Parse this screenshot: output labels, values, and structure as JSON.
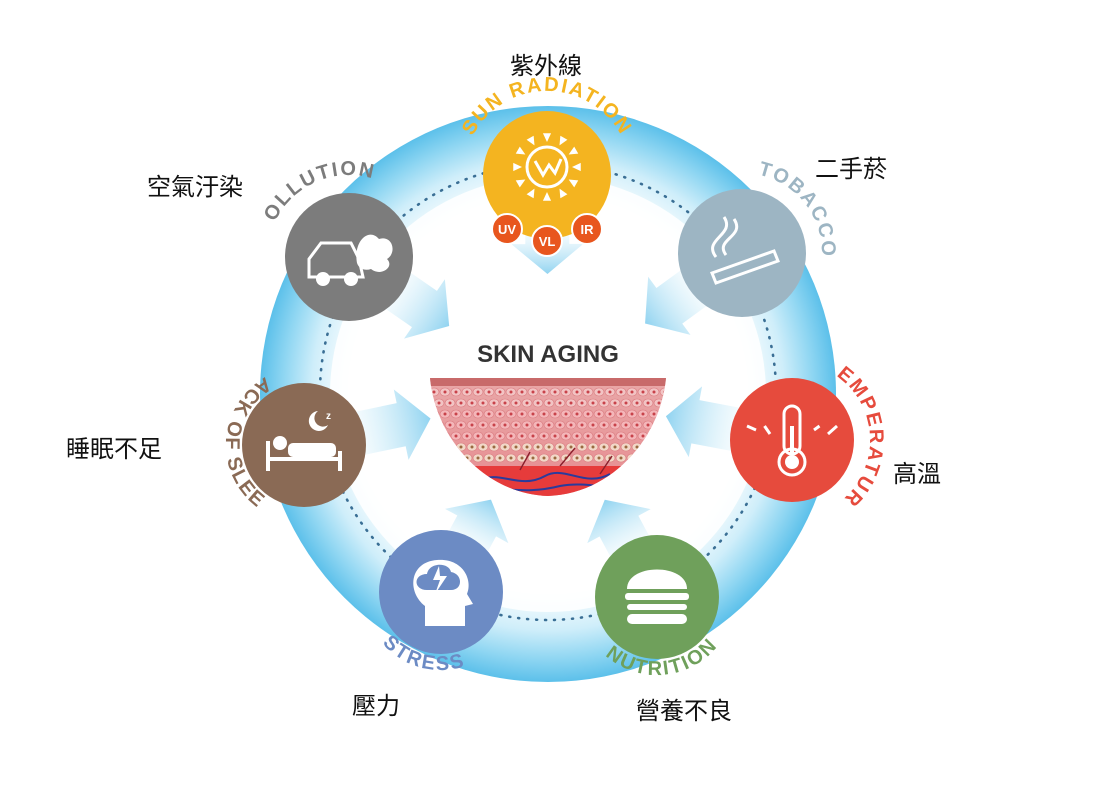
{
  "center": {
    "title": "SKIN AGING"
  },
  "factors": [
    {
      "id": "sun",
      "label": "SUN RADIATION",
      "chinese": "紫外線",
      "color": "#F4B420",
      "icon": "sun-icon",
      "badges": [
        "UV",
        "VL",
        "IR"
      ],
      "badge_color": "#E8561E"
    },
    {
      "id": "tobacco",
      "label": "TOBACCO",
      "chinese": "二手菸",
      "color": "#9DB5C3",
      "icon": "cigarette-icon"
    },
    {
      "id": "temperature",
      "label": "TEMPERATURE",
      "chinese": "高溫",
      "color": "#E64B3D",
      "icon": "thermometer-icon"
    },
    {
      "id": "nutrition",
      "label": "NUTRITION",
      "chinese": "營養不良",
      "color": "#6FA05B",
      "icon": "burger-icon"
    },
    {
      "id": "stress",
      "label": "STRESS",
      "chinese": "壓力",
      "color": "#6C8BC4",
      "icon": "head-lightning-icon"
    },
    {
      "id": "sleep",
      "label": "LACK OF SLEEP",
      "chinese": "睡眠不足",
      "color": "#8A6A55",
      "icon": "bed-icon"
    },
    {
      "id": "pollution",
      "label": "POLLUTION",
      "chinese": "空氣汙染",
      "color": "#7C7C7C",
      "icon": "car-smoke-icon"
    }
  ]
}
